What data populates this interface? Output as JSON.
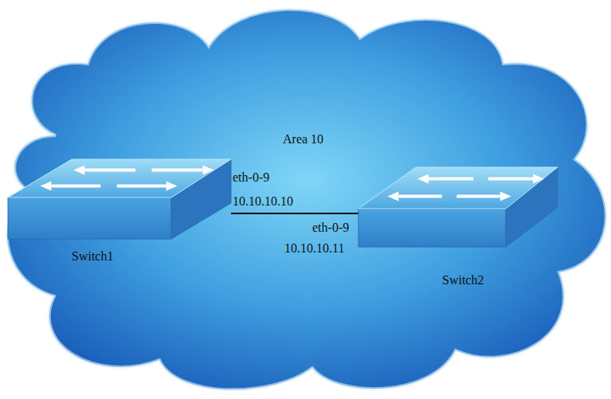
{
  "diagram": {
    "nodes": [
      {
        "text": [
          "Area 10"
        ]
      },
      {
        "text": [
          "Switch1"
        ],
        "in": 0
      },
      {
        "text": [
          "Switch2"
        ],
        "in": 0
      }
    ],
    "edges": [
      {
        "from": 1,
        "to": 2,
        "arrow": "none"
      }
    ],
    "labels": [
      "eth-0-9",
      "10.10.10.10",
      "eth-0-9",
      "10.10.10.11"
    ]
  }
}
